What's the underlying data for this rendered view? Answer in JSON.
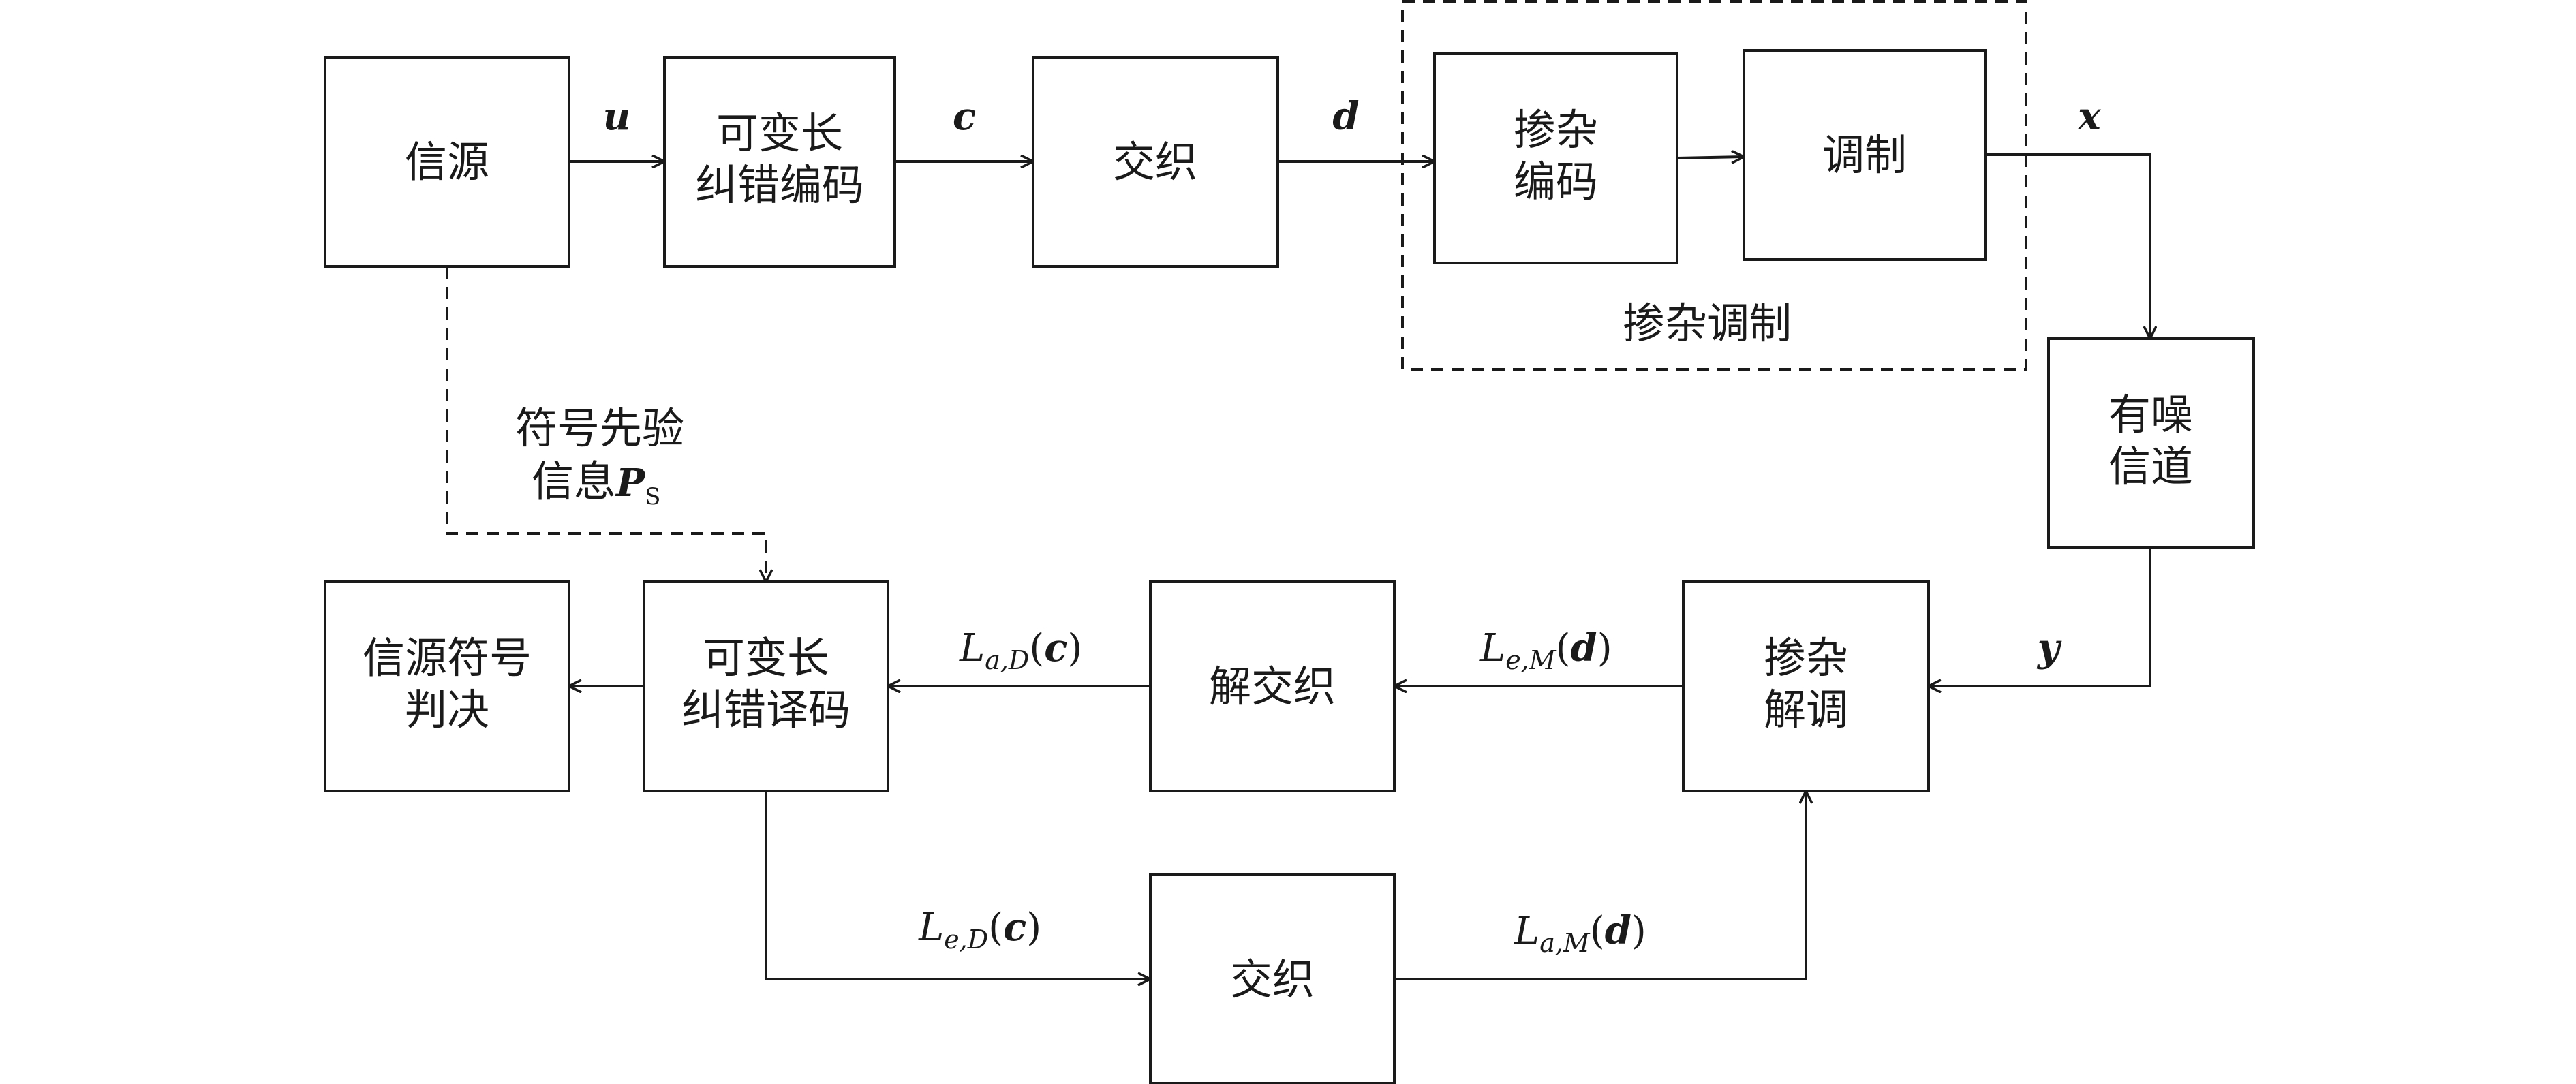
{
  "blocks": {
    "source": "信源",
    "encoder_l1": "可变长",
    "encoder_l2": "纠错编码",
    "interleaver_top": "交织",
    "scramble_coding_l1": "掺杂",
    "scramble_coding_l2": "编码",
    "modulation": "调制",
    "scrambled_modulation_label": "掺杂调制",
    "channel_l1": "有噪",
    "channel_l2": "信道",
    "demod_l1": "掺杂",
    "demod_l2": "解调",
    "deinterleaver": "解交织",
    "decoder_l1": "可变长",
    "decoder_l2": "纠错译码",
    "decision_l1": "信源符号",
    "decision_l2": "判决",
    "interleaver_bottom": "交织"
  },
  "signals": {
    "u": "u",
    "c": "c",
    "d": "d",
    "x": "x",
    "y": "y",
    "prior_l1": "符号先验",
    "prior_l2": "信息",
    "prior_symbol": "P",
    "prior_sub": "S",
    "L": "L",
    "aD_sub": "a,D",
    "eM_sub": "e,M",
    "eD_sub": "e,D",
    "aM_sub": "a,M",
    "arg_c": "c",
    "arg_d": "d",
    "lparen": "(",
    "rparen": ")"
  }
}
